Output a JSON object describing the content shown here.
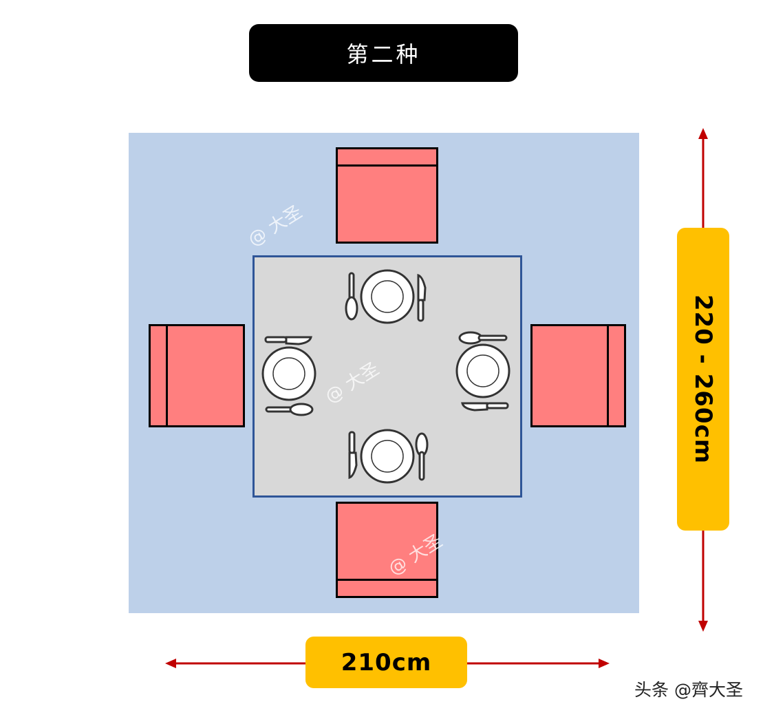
{
  "title": "第二种",
  "dimensions": {
    "width_label": "210cm",
    "height_label": "220 - 260cm"
  },
  "watermark": "@ 大圣",
  "credit": "头条 @齊大圣",
  "colors": {
    "rug": "#bdd0e9",
    "table": "#d8d8d8",
    "table_border": "#2f5597",
    "chair": "#ff7f7f",
    "dimension_pill": "#ffc000",
    "arrow": "#c00000",
    "title_bg": "#000000"
  },
  "icons": [
    "plate-icon",
    "knife-icon",
    "spoon-icon",
    "double-arrow-icon"
  ]
}
